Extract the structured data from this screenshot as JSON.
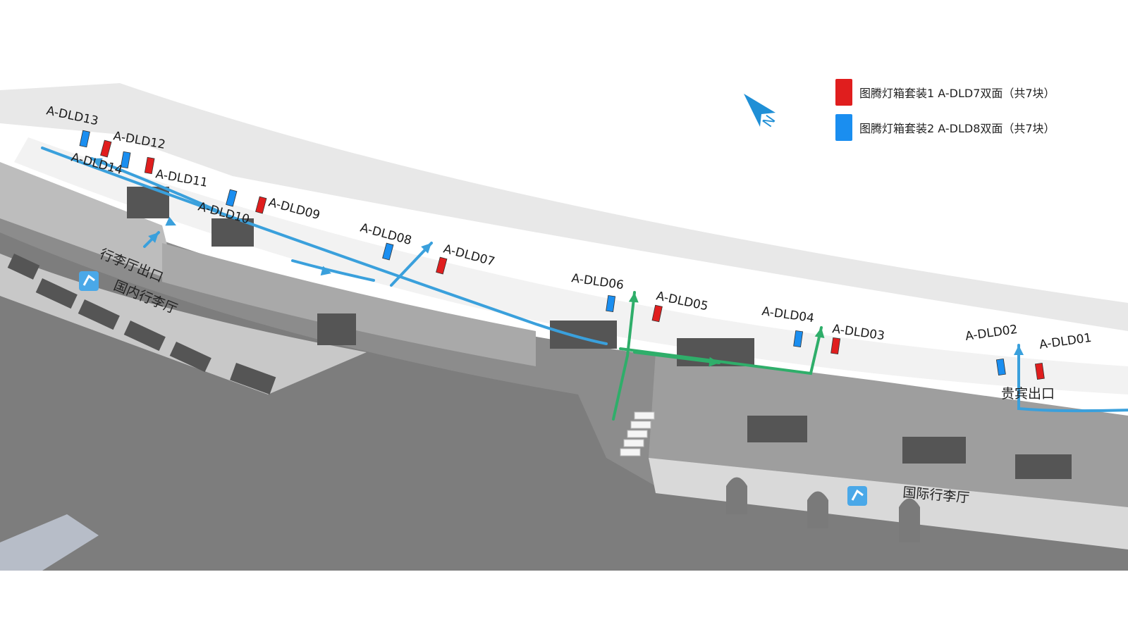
{
  "legend": [
    {
      "swatch_color": "#e01e1e",
      "text": "图腾灯箱套装1 A-DLD7双面（共7块）"
    },
    {
      "swatch_color": "#1a8ef0",
      "text": "图腾灯箱套装2 A-DLD8双面（共7块）"
    }
  ],
  "compass": {
    "letter": "N"
  },
  "points": [
    {
      "id": "A-DLD01",
      "color": "red"
    },
    {
      "id": "A-DLD02",
      "color": "blue"
    },
    {
      "id": "A-DLD03",
      "color": "red"
    },
    {
      "id": "A-DLD04",
      "color": "blue"
    },
    {
      "id": "A-DLD05",
      "color": "red"
    },
    {
      "id": "A-DLD06",
      "color": "blue"
    },
    {
      "id": "A-DLD07",
      "color": "red"
    },
    {
      "id": "A-DLD08",
      "color": "blue"
    },
    {
      "id": "A-DLD09",
      "color": "red"
    },
    {
      "id": "A-DLD10",
      "color": "blue"
    },
    {
      "id": "A-DLD11",
      "color": "red"
    },
    {
      "id": "A-DLD12",
      "color": "blue"
    },
    {
      "id": "A-DLD13",
      "color": "blue"
    },
    {
      "id": "A-DLD14",
      "color": "red"
    }
  ],
  "zones": {
    "baggage_exit": "行李厅出口",
    "domestic_baggage": "国内行李厅",
    "vip_exit": "贵宾出口",
    "international_baggage": "国际行李厅"
  },
  "colors": {
    "red": "#e01e1e",
    "blue": "#1a8ef0",
    "route_blue": "#3aa0dc",
    "route_green": "#2fae6a",
    "floor": "#8a8a8a",
    "wall_light": "#d6d6d6",
    "roof": "#e9e9e9"
  }
}
